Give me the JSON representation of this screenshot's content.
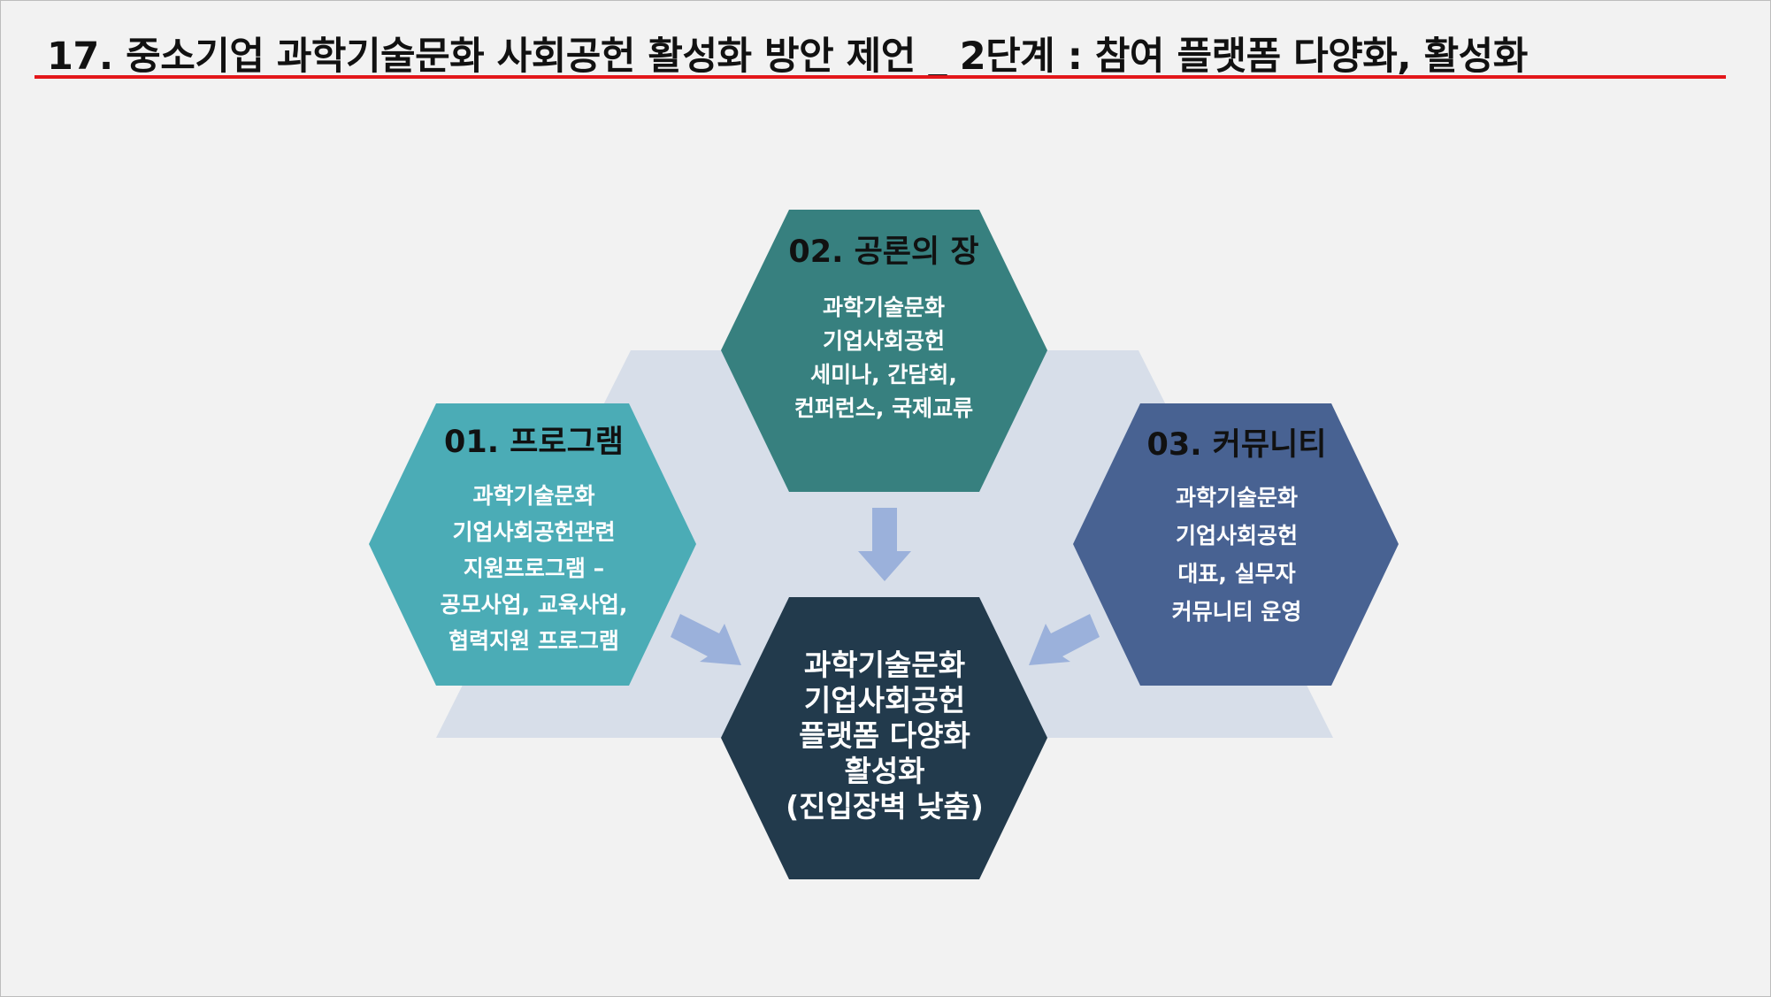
{
  "title": "17. 중소기업 과학기술문화 사회공헌 활성화 방안 제언 _ 2단계 : 참여 플랫폼 다양화, 활성화",
  "colors": {
    "title_rule": "#e3171b",
    "hex_program": "#4bacb6",
    "hex_forum": "#37807f",
    "hex_community": "#486292",
    "hex_center": "#223a4c",
    "background_band": "#d7dee9",
    "arrow": "#9bb1db"
  },
  "hexagons": {
    "program": {
      "title": "01. 프로그램",
      "lines": [
        "과학기술문화",
        "기업사회공헌관련",
        "지원프로그램 –",
        "공모사업, 교육사업,",
        "협력지원 프로그램"
      ]
    },
    "forum": {
      "title": "02. 공론의 장",
      "lines": [
        "과학기술문화",
        "기업사회공헌",
        "세미나, 간담회,",
        "컨퍼런스, 국제교류"
      ]
    },
    "community": {
      "title": "03. 커뮤니티",
      "lines": [
        "과학기술문화",
        "기업사회공헌",
        "대표, 실무자",
        "커뮤니티 운영"
      ]
    },
    "center": {
      "lines": [
        "과학기술문화",
        "기업사회공헌",
        "플랫폼 다양화",
        "활성화",
        "(진입장벽 낮춤)"
      ]
    }
  }
}
